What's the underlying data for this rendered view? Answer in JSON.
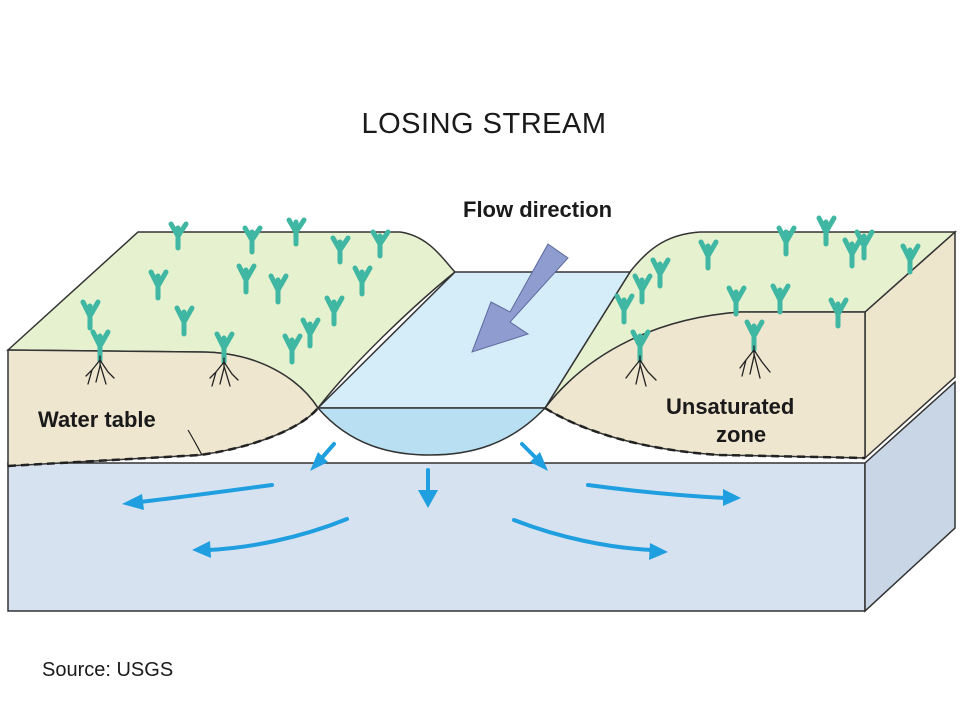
{
  "title": "LOSING STREAM",
  "labels": {
    "flow_direction": "Flow direction",
    "water_table": "Water table",
    "unsaturated_zone_line1": "Unsaturated",
    "unsaturated_zone_line2": "zone"
  },
  "source": "Source: USGS",
  "colors": {
    "land_surface": "#e6f1cf",
    "soil": "#eee6cf",
    "saturated_zone": "#d6e2ef",
    "stream_surface": "#d5edf8",
    "stream_water": "#b9e0f2",
    "flow_arrow": "#1f9fe0",
    "flow_direction_arrow": "#8e9ccf",
    "plants": "#3fb7a3",
    "outline": "#333333"
  }
}
